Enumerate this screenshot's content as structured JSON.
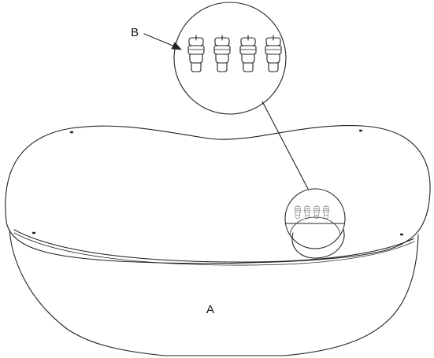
{
  "labels": {
    "a": "A",
    "b": "B"
  },
  "colors": {
    "line": "#222222",
    "background": "#ffffff"
  },
  "icons": [
    "leader-arrow"
  ]
}
